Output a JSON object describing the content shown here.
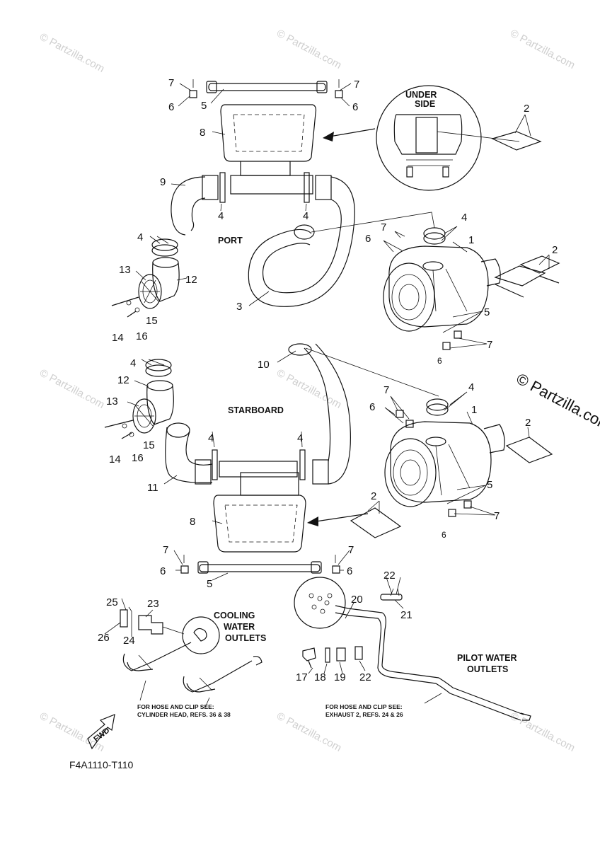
{
  "diagram_code": "F4A1110-T110",
  "copyright": "© Partzilla.com",
  "watermark": "© Partzilla.com",
  "labels": {
    "port": "PORT",
    "starboard": "STARBOARD",
    "under_side_line1": "UNDER",
    "under_side_line2": "SIDE",
    "cooling_line1": "COOLING",
    "cooling_line2": "WATER",
    "cooling_line3": "OUTLETS",
    "pilot_line1": "PILOT WATER",
    "pilot_line2": "OUTLETS",
    "fwd": "FWD",
    "note_left_line1": "FOR HOSE AND CLIP SEE:",
    "note_left_line2": "CYLINDER HEAD, REFS. 36 & 38",
    "note_right_line1": "FOR HOSE AND CLIP SEE:",
    "note_right_line2": "EXHAUST 2, REFS.  24 & 26"
  },
  "callouts": {
    "c1a": "1",
    "c1b": "1",
    "c2a": "2",
    "c2b": "2",
    "c2c": "2",
    "c2d": "2",
    "c3": "3",
    "c4a": "4",
    "c4b": "4",
    "c4c": "4",
    "c4d": "4",
    "c4e": "4",
    "c4f": "4",
    "c4g": "4",
    "c4h": "4",
    "c5a": "5",
    "c5b": "5",
    "c5c": "5",
    "c5d": "5",
    "c6a": "6",
    "c6b": "6",
    "c6c": "6",
    "c6d": "6",
    "c6e": "6",
    "c6f": "6",
    "c6g": "6",
    "c6h": "6",
    "c7a": "7",
    "c7b": "7",
    "c7c": "7",
    "c7d": "7",
    "c7e": "7",
    "c7f": "7",
    "c7g": "7",
    "c7h": "7",
    "c8a": "8",
    "c8b": "8",
    "c9": "9",
    "c10": "10",
    "c11": "11",
    "c12a": "12",
    "c12b": "12",
    "c13a": "13",
    "c13b": "13",
    "c14a": "14",
    "c14b": "14",
    "c15a": "15",
    "c15b": "15",
    "c16a": "16",
    "c16b": "16",
    "c17": "17",
    "c18": "18",
    "c19": "19",
    "c20": "20",
    "c21": "21",
    "c22a": "22",
    "c22b": "22",
    "c23": "23",
    "c24": "24",
    "c25": "25",
    "c26": "26"
  }
}
